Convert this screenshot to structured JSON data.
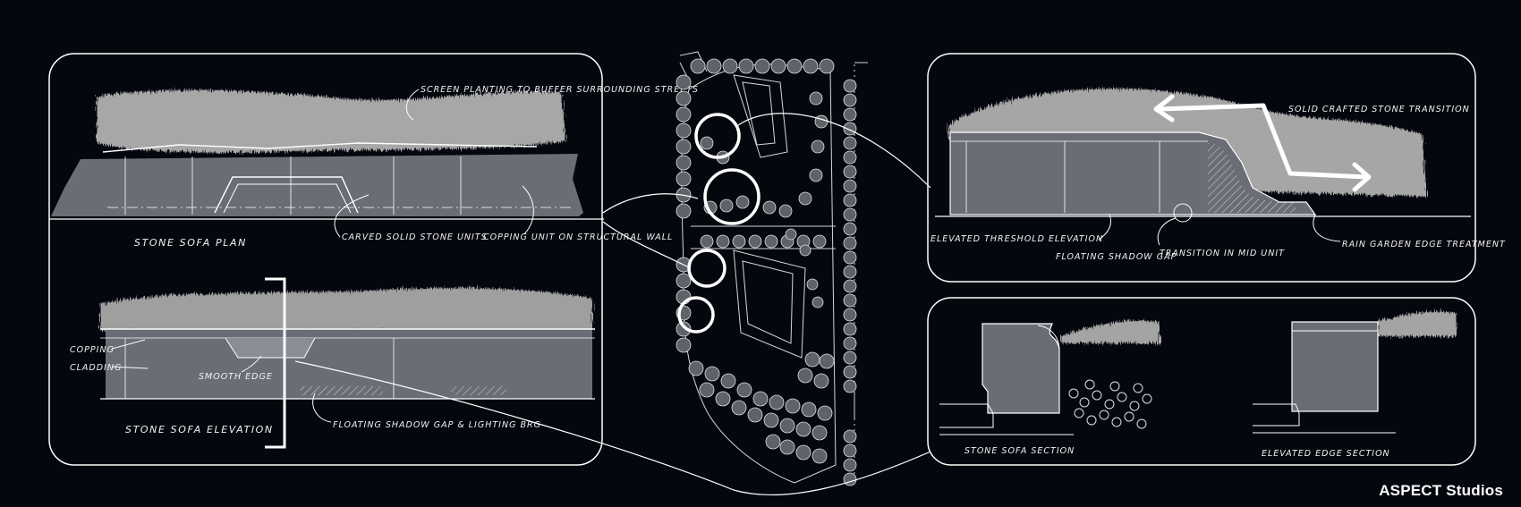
{
  "brand": "ASPECT Studios",
  "colors": {
    "background": "#05070f",
    "linework": "#ffffff",
    "wall": "#6b6e76",
    "grass": "#b9b9b9"
  },
  "panels": {
    "plan_and_elevation": {
      "plan_title": "STONE SOFA PLAN",
      "plan_notes": [
        "SCREEN PLANTING TO BUFFER SURROUNDING STREETS",
        "CARVED SOLID STONE UNITS",
        "COPPING UNIT ON STRUCTURAL WALL"
      ],
      "elevation_title": "STONE SOFA ELEVATION",
      "elevation_notes": [
        "COPPING",
        "CLADDING",
        "SMOOTH EDGE",
        "FLOATING SHADOW GAP & LIGHTING BRG"
      ]
    },
    "threshold_elevation": {
      "notes": [
        "SOLID CRAFTED STONE TRANSITION",
        "ELEVATED THRESHOLD ELEVATION",
        "FLOATING SHADOW GAP",
        "TRANSITION IN MID UNIT",
        "RAIN GARDEN EDGE TREATMENT"
      ]
    },
    "sections": {
      "labels": [
        "STONE SOFA SECTION",
        "ELEVATED EDGE SECTION"
      ]
    }
  },
  "site_plan": {
    "callouts": 4
  }
}
